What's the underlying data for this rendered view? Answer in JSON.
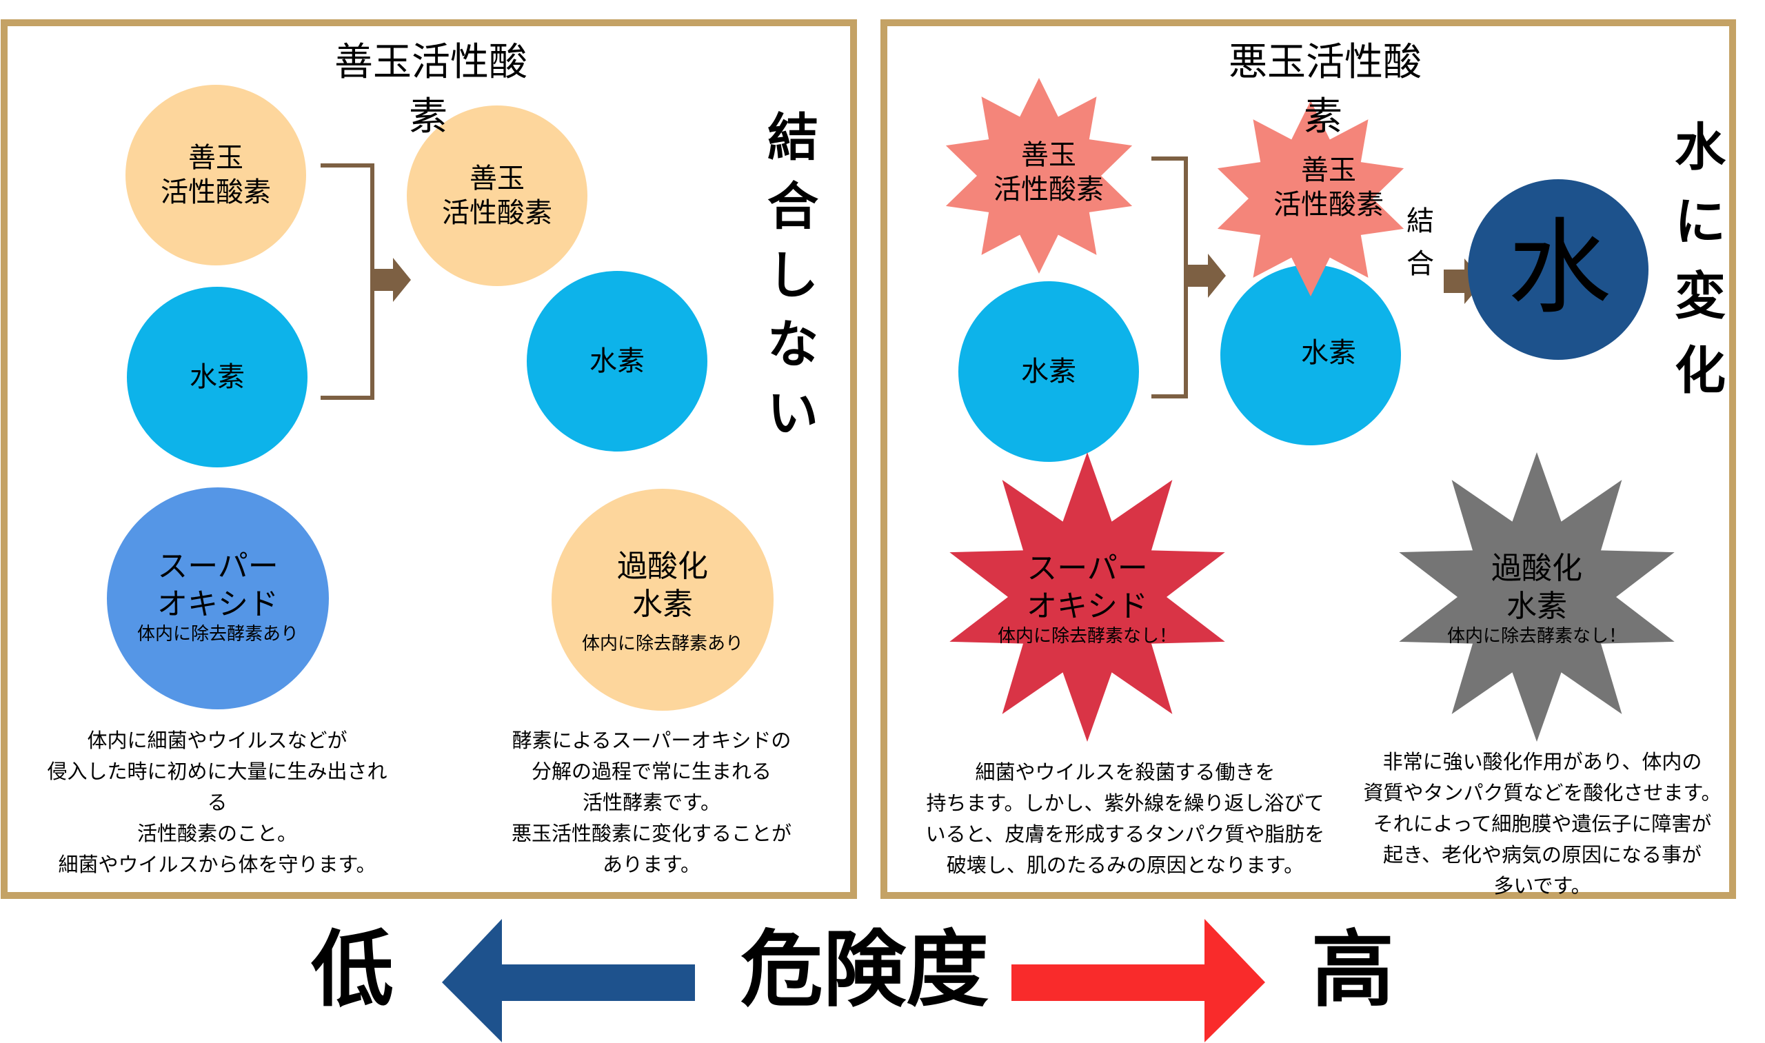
{
  "colors": {
    "panel_border": "#C4A265",
    "peach": "#FDD69C",
    "cyan": "#0DB3EA",
    "super_oxide_blue": "#5596E6",
    "salmon_star": "#F4857A",
    "red_star": "#D93446",
    "gray_star": "#757575",
    "navy": "#1D528C",
    "bracket_brown": "#7D6043",
    "arrow_low_blue": "#1E528D",
    "arrow_high_red": "#F92B2B"
  },
  "left_panel": {
    "title_line1": "善玉活性酸",
    "title_line2": "素",
    "good_ros_a": {
      "line1": "善玉",
      "line2": "活性酸素"
    },
    "hydrogen_a": "水素",
    "good_ros_b": {
      "line1": "善玉",
      "line2": "活性酸素"
    },
    "hydrogen_b": "水素",
    "vertical_label": [
      "結",
      "合",
      "し",
      "な",
      "い"
    ],
    "super_oxide": {
      "line1": "スーパー",
      "line2": "オキシド",
      "note": "体内に除去酵素あり"
    },
    "hydrogen_peroxide": {
      "line1": "過酸化",
      "line2": "水素",
      "note": "体内に除去酵素あり"
    },
    "desc_left": [
      "体内に細菌やウイルスなどが",
      "侵入した時に初めに大量に生み出され",
      "る",
      "活性酸素のこと。",
      "細菌やウイルスから体を守ります。"
    ],
    "desc_right": [
      "酵素によるスーパーオキシドの",
      "分解の過程で常に生まれる",
      "活性酵素です。",
      "悪玉活性酸素に変化することが",
      "あります。"
    ]
  },
  "right_panel": {
    "title_line1": "悪玉活性酸",
    "title_line2": "素",
    "good_ros_a": {
      "line1": "善玉",
      "line2": "活性酸素"
    },
    "hydrogen_a": "水素",
    "good_ros_b": {
      "line1": "善玉",
      "line2": "活性酸素"
    },
    "hydrogen_b": "水素",
    "bond_label": [
      "結",
      "合"
    ],
    "water_char": "水",
    "vertical_label": [
      "水",
      "に",
      "変",
      "化"
    ],
    "super_oxide": {
      "line1": "スーパー",
      "line2": "オキシド",
      "note": "体内に除去酵素なし！"
    },
    "hydrogen_peroxide": {
      "line1": "過酸化",
      "line2": "水素",
      "note": "体内に除去酵素なし！"
    },
    "desc_left": [
      "細菌やウイルスを殺菌する働きを",
      "持ちます。しかし、紫外線を繰り返し浴びて",
      "いると、皮膚を形成するタンパク質や脂肪を",
      "破壊し、肌のたるみの原因となります。"
    ],
    "desc_right": [
      "非常に強い酸化作用があり、体内の",
      "資質やタンパク質などを酸化させます。",
      "それによって細胞膜や遺伝子に障害が",
      "起き、老化や病気の原因になる事が",
      "多いです。"
    ]
  },
  "danger_scale": {
    "low": "低",
    "label": "危険度",
    "high": "高"
  }
}
